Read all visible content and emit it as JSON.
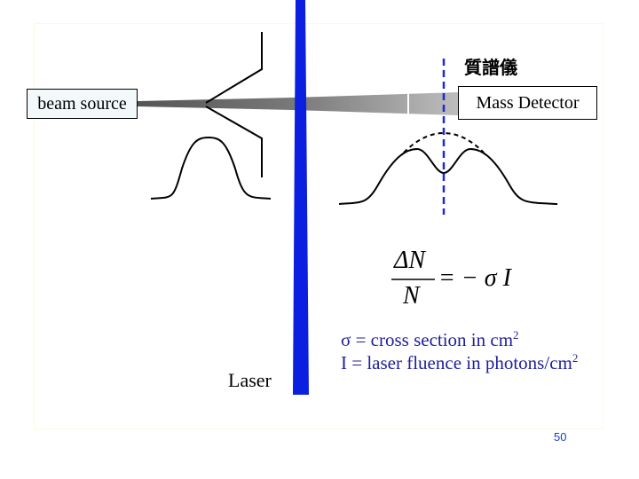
{
  "labels": {
    "beam_source": "beam source",
    "mass_detector": "Mass Detector",
    "mass_spectrometer_chinese": "質譜儀",
    "laser": "Laser"
  },
  "formula": {
    "numerator": "ΔN",
    "denominator": "N",
    "rhs": "= − σ I"
  },
  "definitions": {
    "sigma_text": "σ = cross section in cm",
    "sigma_sup": "2",
    "intensity_text": "I = laser fluence in photons/cm",
    "intensity_sup": "2"
  },
  "page_number": "50",
  "colors": {
    "laser": "#0a1fe0",
    "dashed_line": "#1a2bd0",
    "definitions_text": "#1f1f9c",
    "page_number": "#1a3cc8"
  }
}
